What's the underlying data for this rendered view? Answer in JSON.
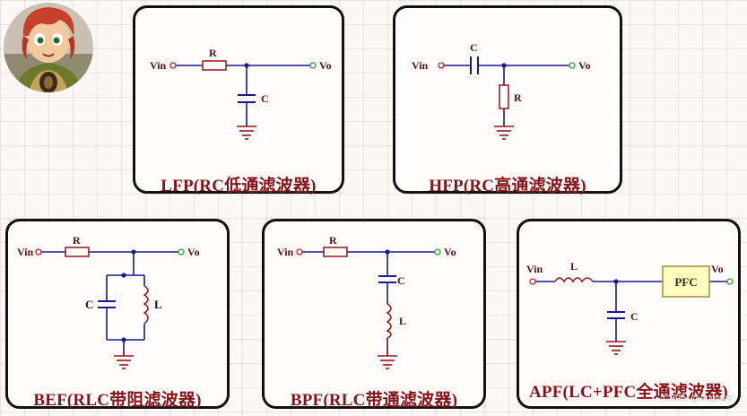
{
  "watermark": "CSDN @Augtons",
  "circuits": [
    {
      "id": "lfp",
      "title": "LFP(RC低通滤波器)",
      "in": "Vin",
      "out": "Vo",
      "r": "R",
      "c": "C"
    },
    {
      "id": "hfp",
      "title": "HFP(RC高通滤波器)",
      "in": "Vin",
      "out": "Vo",
      "c": "C",
      "r": "R"
    },
    {
      "id": "bef",
      "title": "BEF(RLC带阻滤波器)",
      "in": "Vin",
      "out": "Vo",
      "r": "R",
      "c": "C",
      "l": "L"
    },
    {
      "id": "bpf",
      "title": "BPF(RLC带通滤波器)",
      "in": "Vin",
      "out": "Vo",
      "r": "R",
      "c": "C",
      "l": "L"
    },
    {
      "id": "apf",
      "title": "APF(LC+PFC全通滤波器)",
      "in": "Vin",
      "out": "Vo",
      "l": "L",
      "c": "C",
      "pfc": "PFC"
    }
  ]
}
